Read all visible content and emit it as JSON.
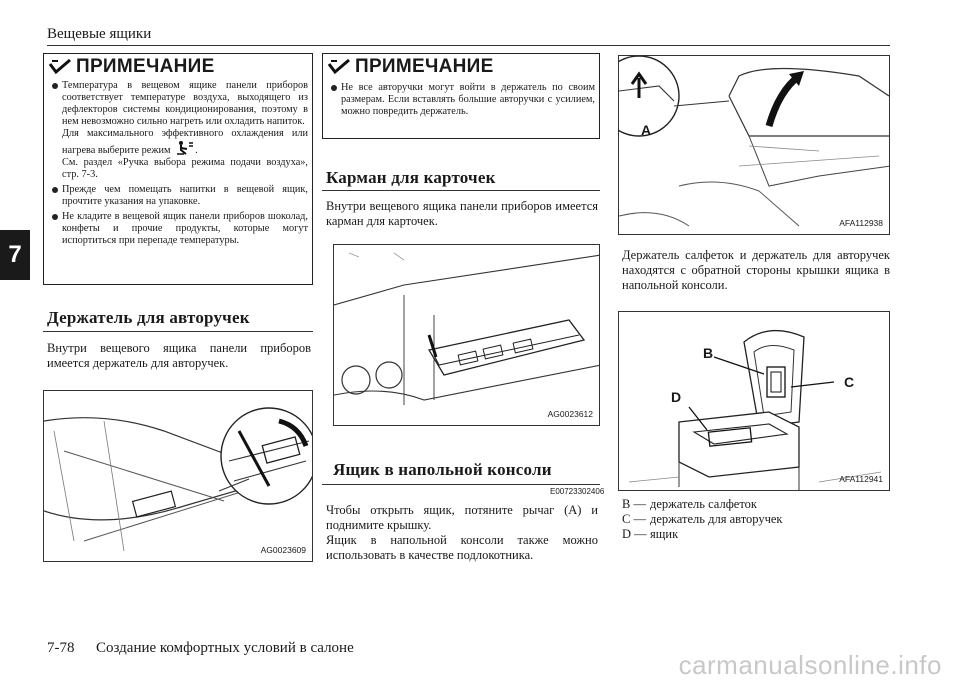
{
  "header": {
    "section_title": "Вещевые ящики"
  },
  "chapter_tab": "7",
  "note_label": "ПРИМЕЧАНИЕ",
  "left_note": {
    "items": [
      "Температура в вещевом ящике панели приборов соответствует температуре воздуха, выходящего из дефлекторов системы кондиционирования, поэтому в нем невозможно сильно нагреть или охладить напиток.",
      "Прежде чем помещать напитки в вещевой ящик, прочтите указания на упаковке.",
      "Не кладите в вещевой ящик панели приборов шоколад, конфеты и прочие продукты, которые могут испортиться при перепаде температуры."
    ],
    "item1_extra": "Для максимального эффективного охлаждения или нагрева выберите режим",
    "item1_extra2": "См. раздел «Ручка выбора режима подачи воздуха», стр. 7-3."
  },
  "cup_holder": {
    "title": "Держатель для авторучек",
    "text": "Внутри вещевого ящика панели приборов имеется держатель для авторучек.",
    "figure_code": "AG0023609"
  },
  "middle_note": {
    "items": [
      "Не все авторучки могут войти в держатель по своим размерам. Если вставлять большие авторучки с усилием, можно повредить держатель."
    ]
  },
  "card_pocket": {
    "title": "Карман для карточек",
    "text": "Внутри вещевого ящика панели приборов имеется карман для карточек.",
    "figure_code": "AG0023612"
  },
  "console_box": {
    "title": "Ящик в напольной консоли",
    "ref_code": "E00723302406",
    "text1": "Чтобы открыть ящик, потяните рычаг (A) и поднимите крышку.",
    "text2": "Ящик в напольной консоли также можно использовать в качестве подлокотника."
  },
  "right_col": {
    "figure1_code": "AFA112938",
    "figure1_label": "A",
    "text": "Держатель салфеток и держатель для авторучек находятся с обратной стороны крышки ящика в напольной консоли.",
    "figure2_code": "AFA112941",
    "figure2_labels": {
      "b": "B",
      "c": "C",
      "d": "D"
    },
    "legend": [
      {
        "key": "B —",
        "value": "держатель салфеток"
      },
      {
        "key": "C —",
        "value": "держатель для авторучек"
      },
      {
        "key": "D —",
        "value": "ящик"
      }
    ]
  },
  "footer": {
    "page": "7-78",
    "chapter_title": "Создание комфортных условий в салоне"
  },
  "watermark": "carmanualsonline.info"
}
